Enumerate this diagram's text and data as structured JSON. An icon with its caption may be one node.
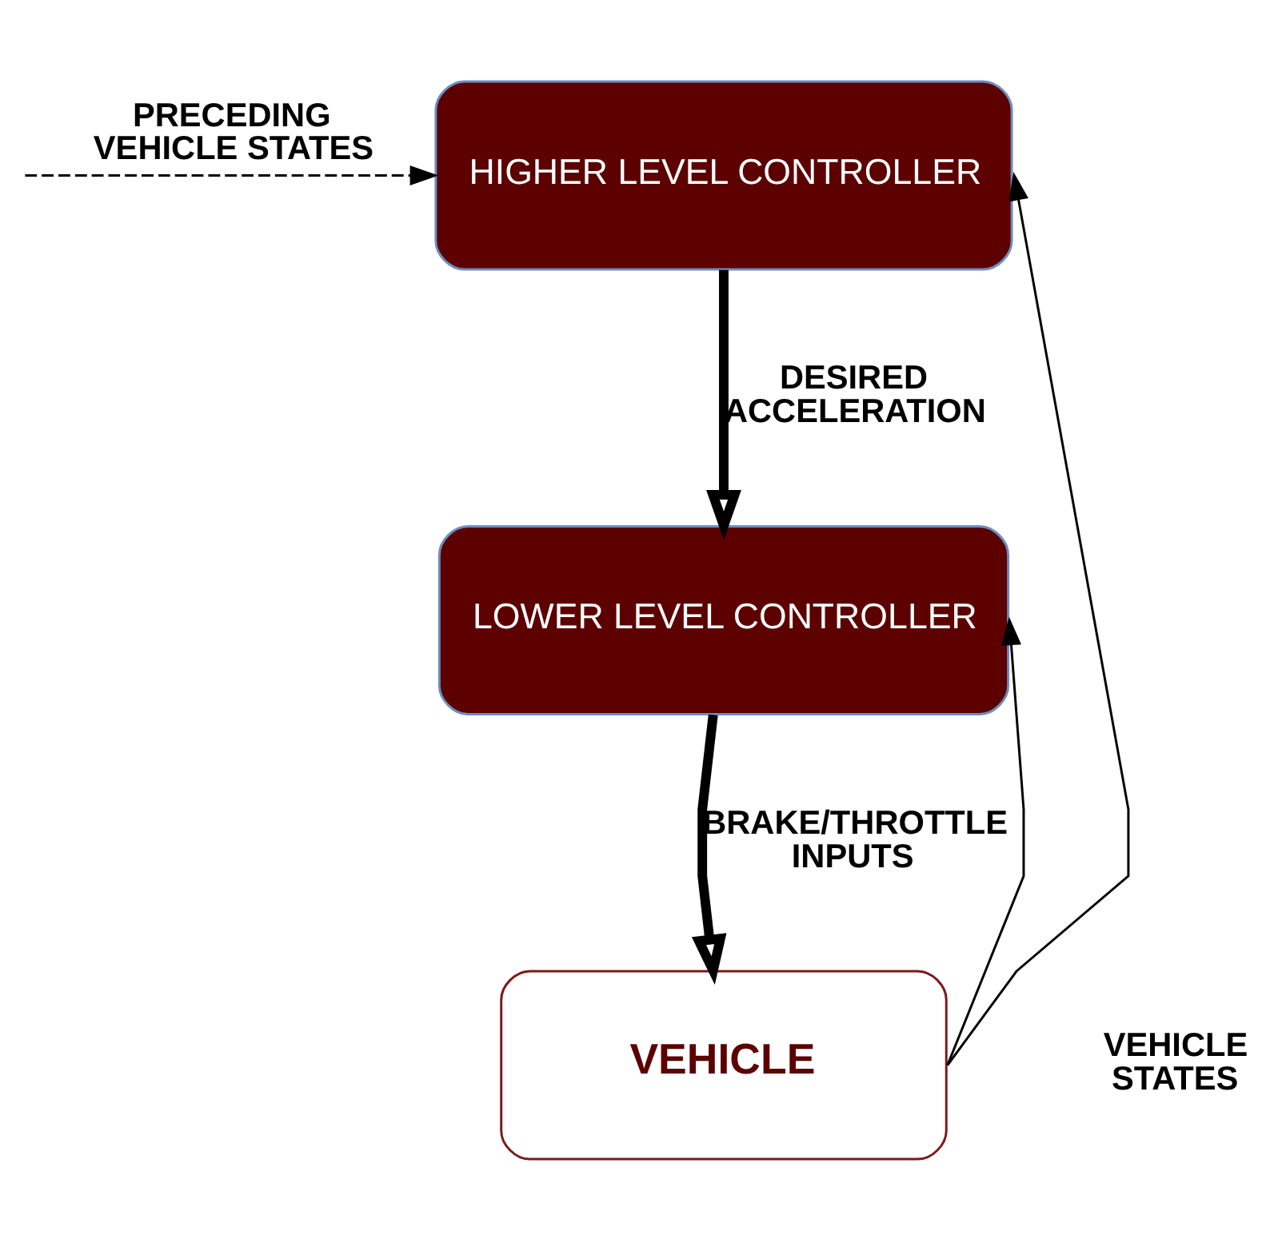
{
  "diagram": {
    "nodes": [
      {
        "text": [
          "HIGHER LEVEL CONTROLLER"
        ]
      },
      {
        "text": [
          "LOWER LEVEL CONTROLLER"
        ]
      },
      {
        "text": [
          "VEHICLE"
        ]
      }
    ],
    "edges": [
      {
        "from": null,
        "to": 0,
        "arrow": "to",
        "style": "dashed",
        "label": "PRECEDING VEHICLE STATES"
      },
      {
        "from": 0,
        "to": 1,
        "arrow": "to",
        "style": "thick",
        "label": "DESIRED ACCELERATION"
      },
      {
        "from": 1,
        "to": 2,
        "arrow": "to",
        "style": "thick",
        "label": "BRAKE/THROTTLE INPUTS"
      },
      {
        "from": 2,
        "to": 0,
        "arrow": "to"
      },
      {
        "from": 2,
        "to": 1,
        "arrow": "to"
      }
    ],
    "labels": [
      "VEHICLE STATES"
    ]
  }
}
